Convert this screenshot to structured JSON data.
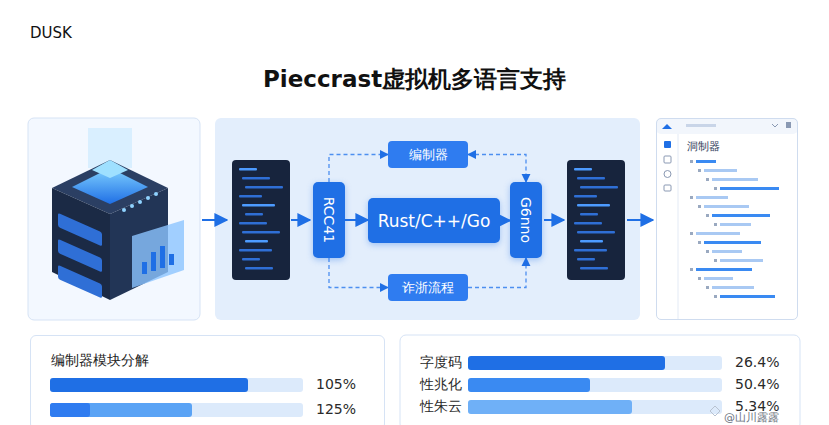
{
  "diagram": {
    "title": "Pieccrast虚拟机多语言支持",
    "nodes": [
      {
        "text": [
          "编制器"
        ]
      },
      {
        "text": [
          "RCC41"
        ]
      },
      {
        "text": [
          "Rust/C++/Go"
        ]
      },
      {
        "text": [
          "G6nno"
        ]
      },
      {
        "text": [
          "诈浙流程"
        ]
      },
      {
        "text": [
          "洞制器"
        ]
      },
      {
        "text": [
          "编制器模块分解"
        ]
      }
    ],
    "edges": [
      {
        "from": 1,
        "to": 2,
        "arrow": "to"
      },
      {
        "from": 2,
        "to": 3,
        "arrow": "to"
      },
      {
        "from": 1,
        "to": 0,
        "arrow": "to"
      },
      {
        "from": 0,
        "to": 3,
        "arrow": "both"
      },
      {
        "from": 1,
        "to": 4,
        "arrow": "to"
      },
      {
        "from": 4,
        "to": 3,
        "arrow": "to"
      }
    ],
    "labels": [
      "DUSK",
      "105%",
      "125%",
      "字度码",
      "26.4%",
      "性兆化",
      "50.4%",
      "性朱云",
      "5.34%",
      "@山川露露"
    ]
  }
}
